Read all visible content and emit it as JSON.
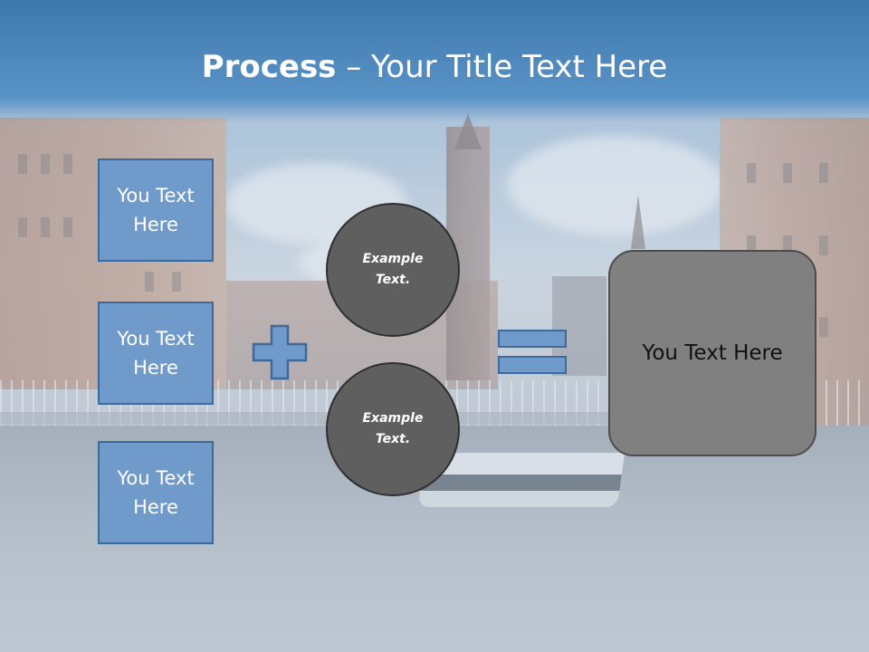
{
  "title": {
    "bold": "Process",
    "rest": " – Your Title Text Here"
  },
  "boxes": [
    {
      "label": "You Text Here"
    },
    {
      "label": "You Text Here"
    },
    {
      "label": "You Text Here"
    }
  ],
  "circles": [
    {
      "label": "Example Text."
    },
    {
      "label": "Example Text."
    }
  ],
  "result": {
    "label": "You Text Here"
  },
  "colors": {
    "header": "#4d87bb",
    "box_fill": "#6f9ac9",
    "box_border": "#3d6a9a",
    "circle_fill": "#5f5f5f",
    "result_fill": "#808080"
  },
  "icons": {
    "operator_1": "plus-icon",
    "operator_2": "equals-icon",
    "background": "harbor-photo-background"
  }
}
